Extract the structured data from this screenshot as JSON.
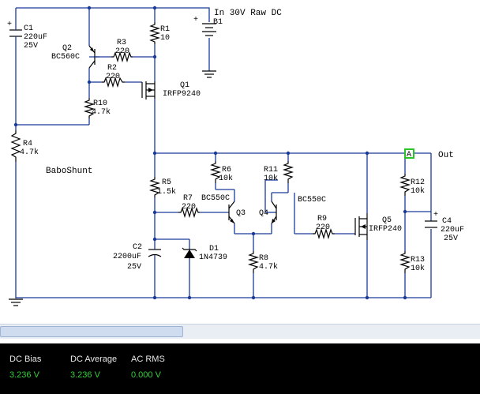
{
  "schematic": {
    "input_label": "In 30V Raw DC",
    "output_label": "Out",
    "node_label": "A",
    "circuit_name": "BaboShunt",
    "components": {
      "c1": {
        "ref": "C1",
        "value": "220uF",
        "voltage": "25V"
      },
      "c2": {
        "ref": "C2",
        "value": "2200uF",
        "voltage": "25V"
      },
      "c4": {
        "ref": "C4",
        "value": "220uF",
        "voltage": "25V"
      },
      "r1": {
        "ref": "R1",
        "value": "10"
      },
      "r2": {
        "ref": "R2",
        "value": "220"
      },
      "r3": {
        "ref": "R3",
        "value": "220"
      },
      "r4": {
        "ref": "R4",
        "value": "4.7k"
      },
      "r5": {
        "ref": "R5",
        "value": "1.5k"
      },
      "r6": {
        "ref": "R6",
        "value": "10k"
      },
      "r7": {
        "ref": "R7",
        "value": "220"
      },
      "r8": {
        "ref": "R8",
        "value": "4.7k"
      },
      "r9": {
        "ref": "R9",
        "value": "220"
      },
      "r10": {
        "ref": "R10",
        "value": "4.7k"
      },
      "r11": {
        "ref": "R11",
        "value": "10k"
      },
      "r12": {
        "ref": "R12",
        "value": "10k"
      },
      "r13": {
        "ref": "R13",
        "value": "10k"
      },
      "q1": {
        "ref": "Q1",
        "part": "IRFP9240"
      },
      "q2": {
        "ref": "Q2",
        "part": "BC560C"
      },
      "q3": {
        "ref": "Q3",
        "part": "BC550C"
      },
      "q4": {
        "ref": "Q4",
        "part": "BC550C"
      },
      "q5": {
        "ref": "Q5",
        "part": "IRFP240"
      },
      "d1": {
        "ref": "D1",
        "part": "1N4739"
      },
      "b1": {
        "ref": "B1"
      },
      "plus": "+"
    }
  },
  "meters": [
    {
      "label": "DC Bias",
      "value": "3.236 V"
    },
    {
      "label": "DC Average",
      "value": "3.236 V"
    },
    {
      "label": "AC RMS",
      "value": "0.000 V"
    }
  ]
}
